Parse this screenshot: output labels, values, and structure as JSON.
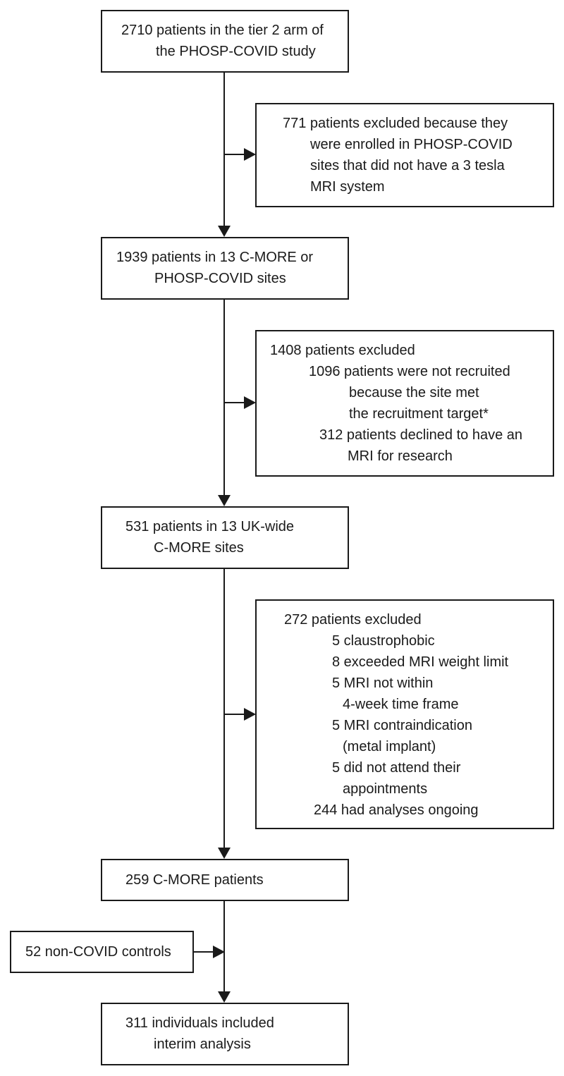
{
  "flowchart": {
    "nodes": {
      "tier2": {
        "line1": "2710 patients in the tier 2 arm of",
        "line2": "the PHOSP-COVID study"
      },
      "excluded_no_mri": {
        "line1": "771 patients excluded because they",
        "line2": "were enrolled in PHOSP-COVID",
        "line3": "sites that did not have a 3 tesla",
        "line4": "MRI system"
      },
      "sites_1939": {
        "line1": "1939 patients in 13 C-MORE or",
        "line2": "PHOSP-COVID sites"
      },
      "excluded_1408": {
        "line1": "1408 patients excluded",
        "line2": "1096 patients were not recruited",
        "line3": "because the site met",
        "line4": "the recruitment target*",
        "line5": "312 patients declined to have an",
        "line6": "MRI for research"
      },
      "sites_531": {
        "line1": "531 patients in 13 UK-wide",
        "line2": "C-MORE sites"
      },
      "excluded_272": {
        "line1": "272 patients excluded",
        "line2": "5 claustrophobic",
        "line3": "8 exceeded MRI weight limit",
        "line4": "5 MRI not within",
        "line5": "4-week time frame",
        "line6": "5 MRI contraindication",
        "line7": "(metal implant)",
        "line8": "5 did not attend their",
        "line9": "appointments",
        "line10": "244 had analyses ongoing"
      },
      "cmore_259": {
        "line1": "259 C-MORE patients"
      },
      "controls": {
        "line1": "52 non-COVID controls"
      },
      "included": {
        "line1": "311 individuals included",
        "line2": "interim analysis"
      }
    },
    "colors": {
      "stroke": "#1a1a1a",
      "background": "#ffffff"
    }
  }
}
